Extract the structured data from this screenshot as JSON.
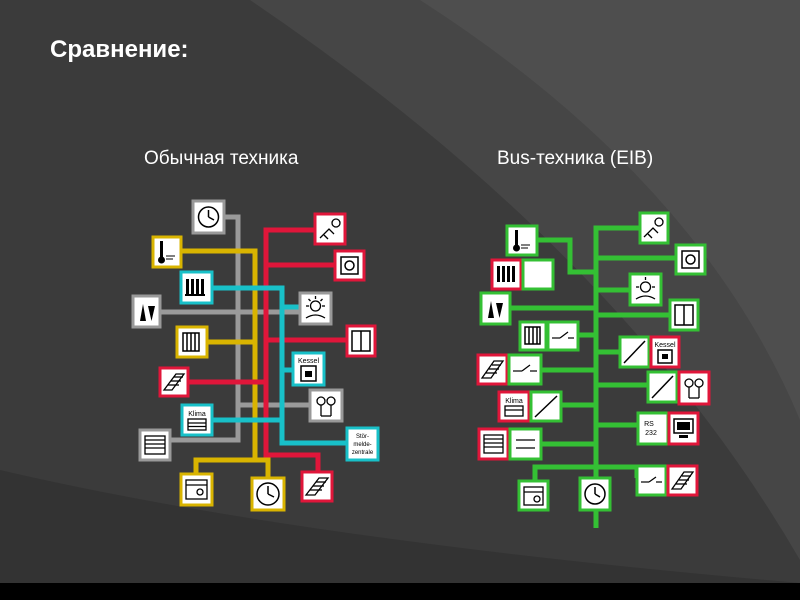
{
  "slide": {
    "title": "Сравнение:",
    "left_heading": "Обычная техника",
    "right_heading": "Bus-техника (EIB)"
  },
  "device_labels": {
    "kessel": "Kessel",
    "klima": "Klima",
    "stoer_1": "Stör-",
    "stoer_2": "melde-",
    "stoer_3": "zentrale",
    "rs": "RS",
    "rs_num": "232"
  },
  "colors": {
    "background": "#3b3b3b",
    "gray_wire": "#9a9a9a",
    "yellow_wire": "#d9b400",
    "red_wire": "#e0163a",
    "cyan_wire": "#18c0c8",
    "bus_green": "#34c034"
  }
}
